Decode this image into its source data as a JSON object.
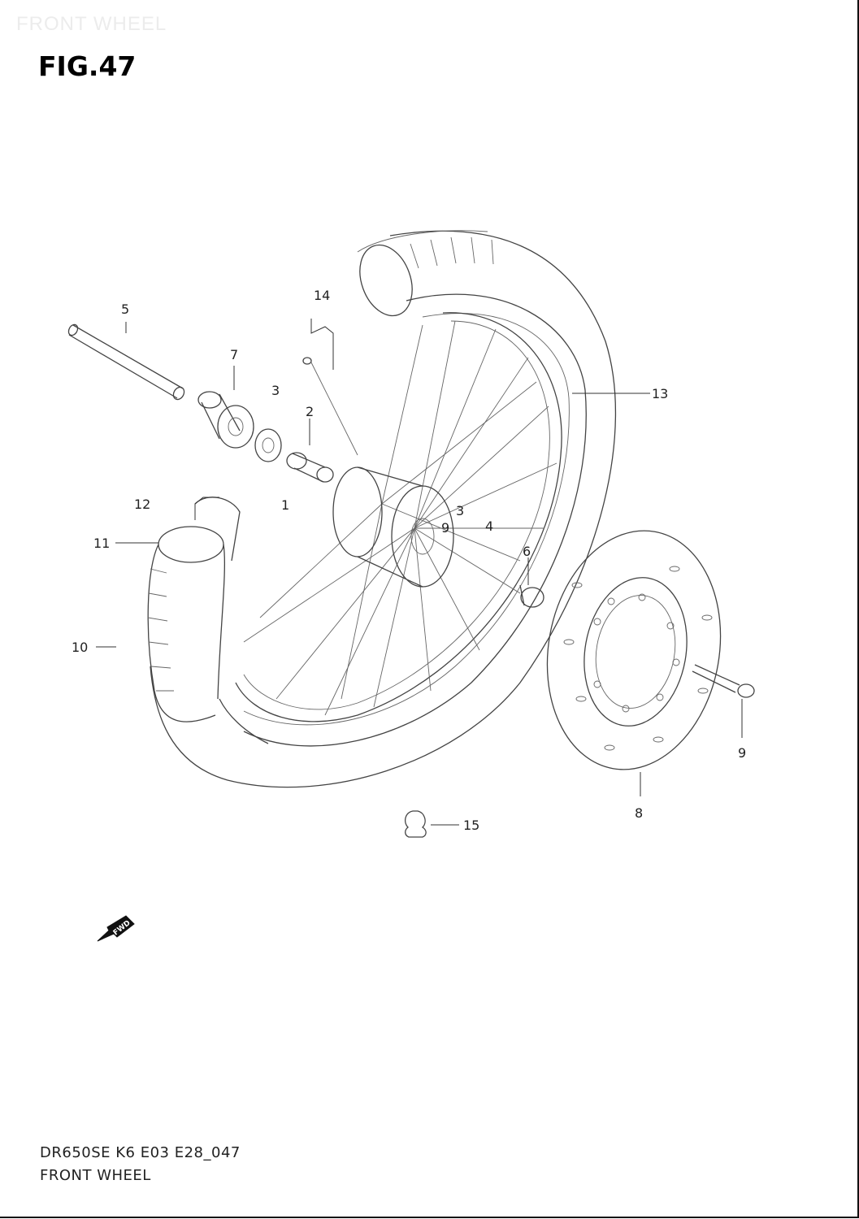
{
  "header": {
    "watermark": "FRONT WHEEL",
    "figure_title": "FIG.47"
  },
  "callouts": [
    "5",
    "14",
    "7",
    "3",
    "2",
    "13",
    "12",
    "1",
    "3",
    "4",
    "9",
    "6",
    "11",
    "10",
    "9",
    "8",
    "15"
  ],
  "icons": {
    "fwd": "fwd-arrow-icon",
    "fwd_text": "FWD"
  },
  "footer": {
    "model_code": "DR650SE K6 E03 E28_047",
    "caption": "FRONT WHEEL"
  }
}
